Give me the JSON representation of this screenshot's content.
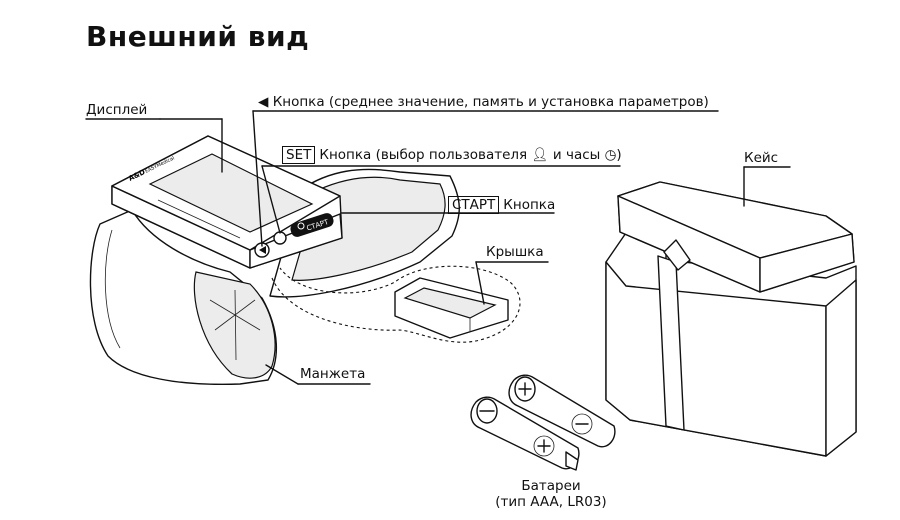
{
  "title": "Внешний вид",
  "labels": {
    "display": "Дисплей",
    "button_back_text": "Кнопка (среднее значение, память и установка параметров)",
    "button_back_glyph": "◀",
    "button_set_key": "SET",
    "button_set_text_a": "Кнопка (выбор пользователя",
    "button_set_text_b": "и часы",
    "button_start_key": "СТАРТ",
    "button_start_text": "Кнопка",
    "cover": "Крышка",
    "cuff": "Манжета",
    "case": "Кейс",
    "batteries_line1": "Батареи",
    "batteries_line2": "(тип AAA, LR03)"
  },
  "device": {
    "brand": "A&D",
    "model": "EASYMedical",
    "start_button": "СТАРТ"
  },
  "icons": [
    "triangle-left-icon",
    "user-icon",
    "clock-icon",
    "power-icon",
    "battery-icon"
  ]
}
